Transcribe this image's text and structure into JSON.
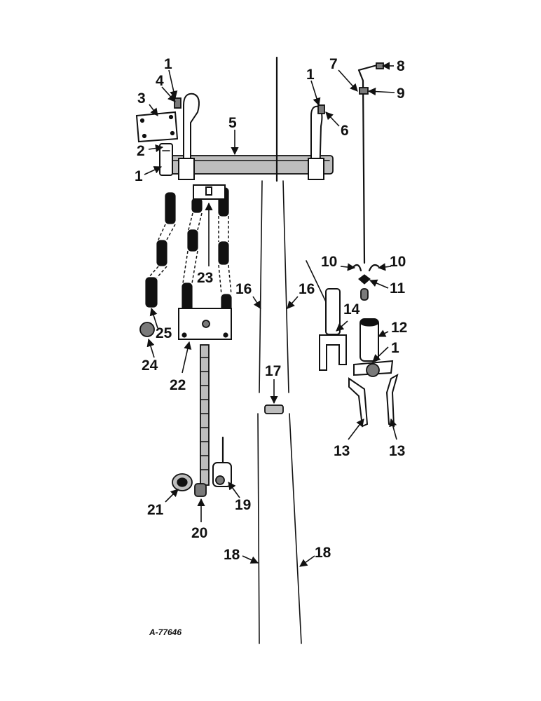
{
  "figure_id": "A-77646",
  "callouts": {
    "c1a": "1",
    "c1b": "1",
    "c1c": "1",
    "c1d": "1",
    "c2": "2",
    "c3": "3",
    "c4": "4",
    "c5": "5",
    "c6": "6",
    "c7": "7",
    "c8": "8",
    "c9": "9",
    "c10a": "10",
    "c10b": "10",
    "c11": "11",
    "c12": "12",
    "c13a": "13",
    "c13b": "13",
    "c14": "14",
    "c16a": "16",
    "c16b": "16",
    "c17": "17",
    "c18a": "18",
    "c18b": "18",
    "c19": "19",
    "c20": "20",
    "c21": "21",
    "c22": "22",
    "c23": "23",
    "c24": "24",
    "c25": "25"
  }
}
